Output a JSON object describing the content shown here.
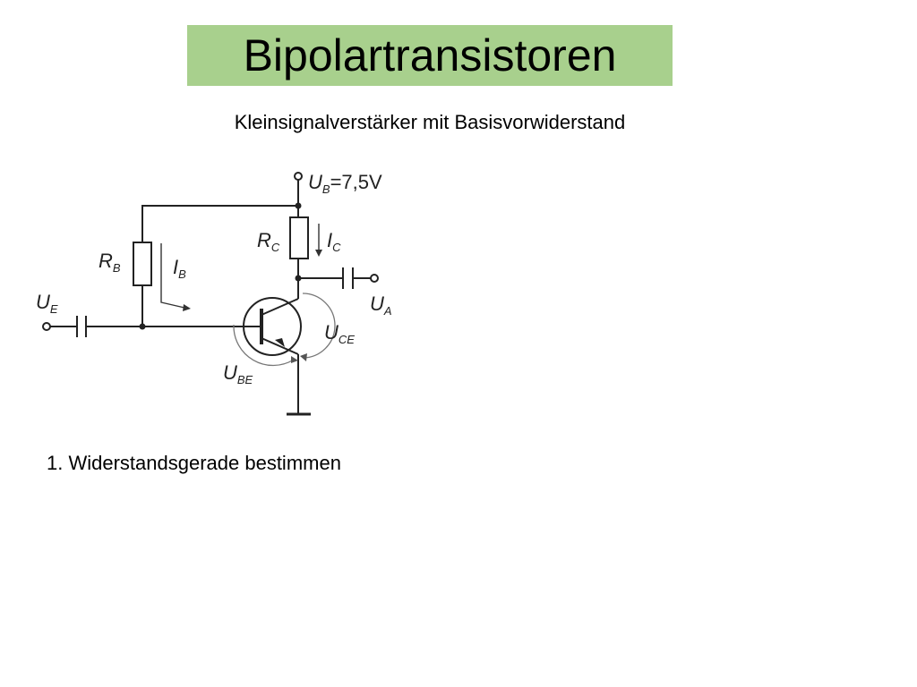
{
  "slide": {
    "title": "Bipolartransistoren",
    "subtitle": "Kleinsignalverstärker mit Basisvorwiderstand",
    "step": "1. Widerstandsgerade bestimmen",
    "title_bg": "#a8d08d"
  },
  "circuit": {
    "supply": {
      "symbol": "U",
      "subscript": "B",
      "value": "=7,5V"
    },
    "rc": {
      "symbol": "R",
      "subscript": "C"
    },
    "ic": {
      "symbol": "I",
      "subscript": "C"
    },
    "rb": {
      "symbol": "R",
      "subscript": "B"
    },
    "ib": {
      "symbol": "I",
      "subscript": "B"
    },
    "ue": {
      "symbol": "U",
      "subscript": "E"
    },
    "ua": {
      "symbol": "U",
      "subscript": "A"
    },
    "uce": {
      "symbol": "U",
      "subscript": "CE"
    },
    "ube": {
      "symbol": "U",
      "subscript": "BE"
    }
  }
}
